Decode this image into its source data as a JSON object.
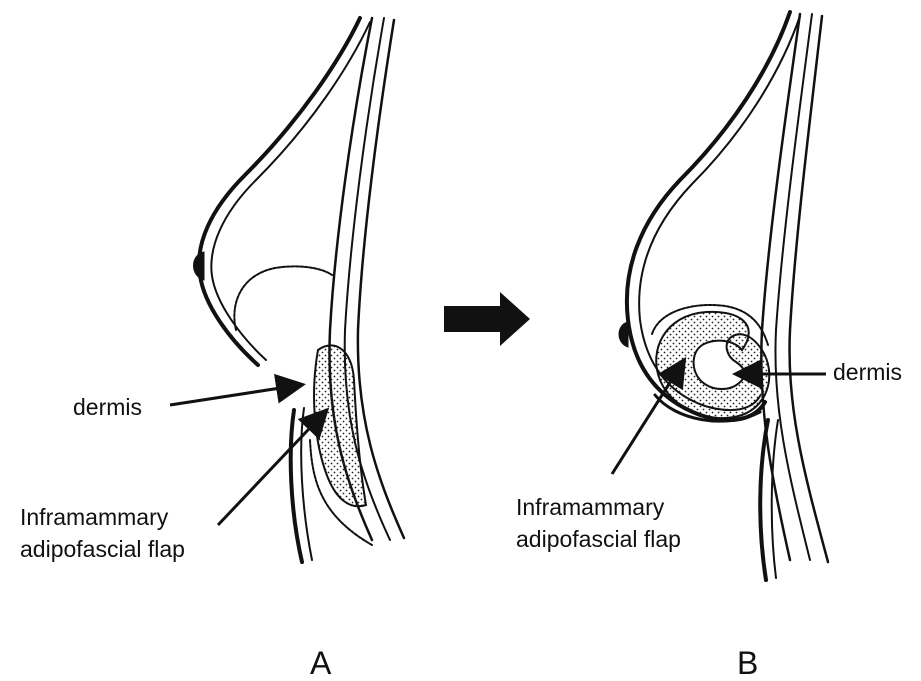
{
  "panels": {
    "a": {
      "letter": "A",
      "dermis_label": "dermis",
      "flap_label_line1": "Inframammary",
      "flap_label_line2": "adipofascial flap"
    },
    "b": {
      "letter": "B",
      "dermis_label": "dermis",
      "flap_label_line1": "Inframammary",
      "flap_label_line2": "adipofascial flap"
    }
  },
  "transition_arrow": "right-arrow",
  "colors": {
    "ink": "#111111",
    "background": "#ffffff"
  }
}
